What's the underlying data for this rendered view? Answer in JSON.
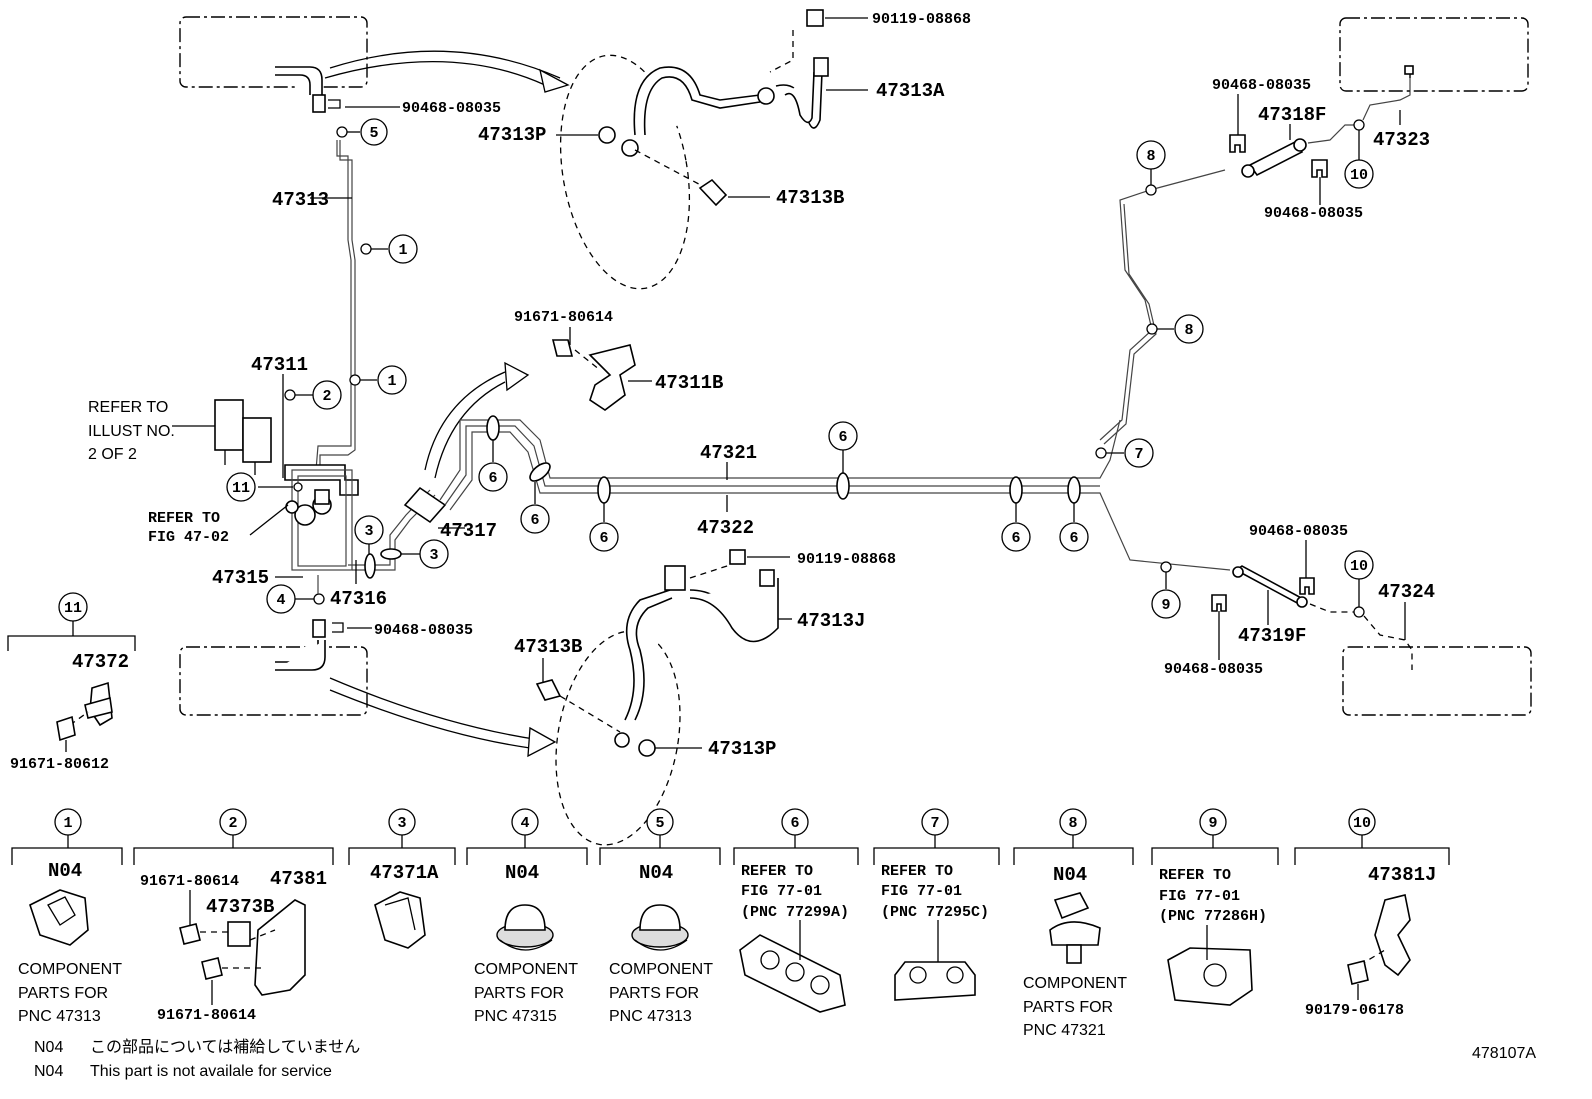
{
  "diagram_id": "478107A",
  "notes": {
    "code": "N04",
    "japanese": "この部品については補給していません",
    "english": "This part is not availale for service"
  },
  "refer_illust": [
    "REFER TO",
    "ILLUST NO.",
    "2 OF 2"
  ],
  "refer_fig": [
    "REFER TO",
    "FIG 47-02"
  ],
  "callouts": {
    "p90119_top": "90119-08868",
    "p47313A": "47313A",
    "p90468_top_left": "90468-08035",
    "p47313P_top": "47313P",
    "p47313B_top": "47313B",
    "p47313": "47313",
    "p47311": "47311",
    "p91671_80614": "91671-80614",
    "p47311B": "47311B",
    "p47321": "47321",
    "p47322": "47322",
    "p47317": "47317",
    "p47315": "47315",
    "p47316": "47316",
    "p90468_mid": "90468-08035",
    "p90119_mid": "90119-08868",
    "p47313J": "47313J",
    "p47313B_bottom": "47313B",
    "p47313P_bottom": "47313P",
    "p47372": "47372",
    "p91671_80612": "91671-80612",
    "p90468_tr1": "90468-08035",
    "p47318F": "47318F",
    "p47323": "47323",
    "p90468_tr2": "90468-08035",
    "p90468_br1": "90468-08035",
    "p47324": "47324",
    "p47319F": "47319F",
    "p90468_br2": "90468-08035"
  },
  "circle_numbers": {
    "n1": "1",
    "n2": "2",
    "n3": "3",
    "n4": "4",
    "n5": "5",
    "n6": "6",
    "n7": "7",
    "n8": "8",
    "n9": "9",
    "n10": "10",
    "n11": "11"
  },
  "legend": {
    "box1": {
      "num": "1",
      "code": "N04",
      "desc": [
        "COMPONENT",
        "PARTS FOR",
        "PNC 47313"
      ]
    },
    "box2": {
      "num": "2",
      "part_a": "91671-80614",
      "part_b": "47381",
      "part_c": "47373B",
      "part_d": "91671-80614"
    },
    "box3": {
      "num": "3",
      "part": "47371A"
    },
    "box4": {
      "num": "4",
      "code": "N04",
      "desc": [
        "COMPONENT",
        "PARTS FOR",
        "PNC 47315"
      ]
    },
    "box5": {
      "num": "5",
      "code": "N04",
      "desc": [
        "COMPONENT",
        "PARTS FOR",
        "PNC 47313"
      ]
    },
    "box6": {
      "num": "6",
      "ref": [
        "REFER TO",
        "FIG 77-01",
        "(PNC 77299A)"
      ]
    },
    "box7": {
      "num": "7",
      "ref": [
        "REFER TO",
        "FIG 77-01",
        "(PNC 77295C)"
      ]
    },
    "box8": {
      "num": "8",
      "code": "N04",
      "desc": [
        "COMPONENT",
        "PARTS FOR",
        "PNC 47321"
      ]
    },
    "box9": {
      "num": "9",
      "ref": [
        "REFER TO",
        "FIG 77-01",
        "(PNC 77286H)"
      ]
    },
    "box10": {
      "num": "10",
      "part_a": "47381J",
      "part_b": "90179-06178"
    }
  }
}
